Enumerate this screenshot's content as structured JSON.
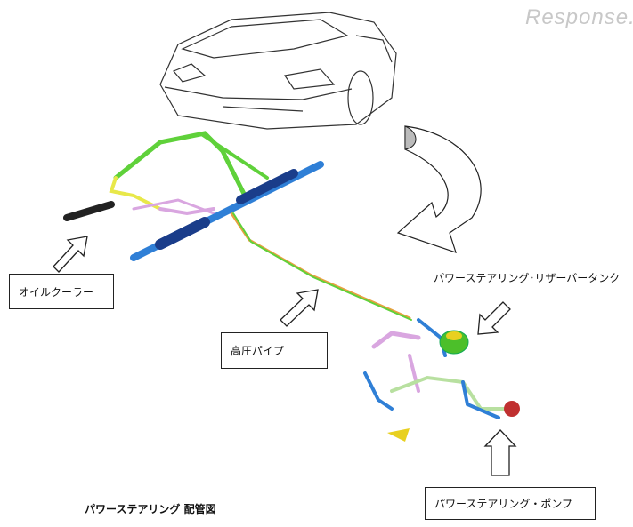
{
  "labels": {
    "oil_cooler": "オイルクーラー",
    "high_pressure_pipe": "高圧パイプ",
    "reservoir_tank": "パワーステアリング･リザーバータンク",
    "pump": "パワーステアリング・ポンプ",
    "title": "パワーステアリング  配管図"
  },
  "watermark": "Response.",
  "colors": {
    "green": "#5fd13a",
    "yellow": "#e8e84a",
    "pink": "#d9a6e0",
    "blue": "#2f7fd6",
    "navy": "#1a3d8a"
  }
}
